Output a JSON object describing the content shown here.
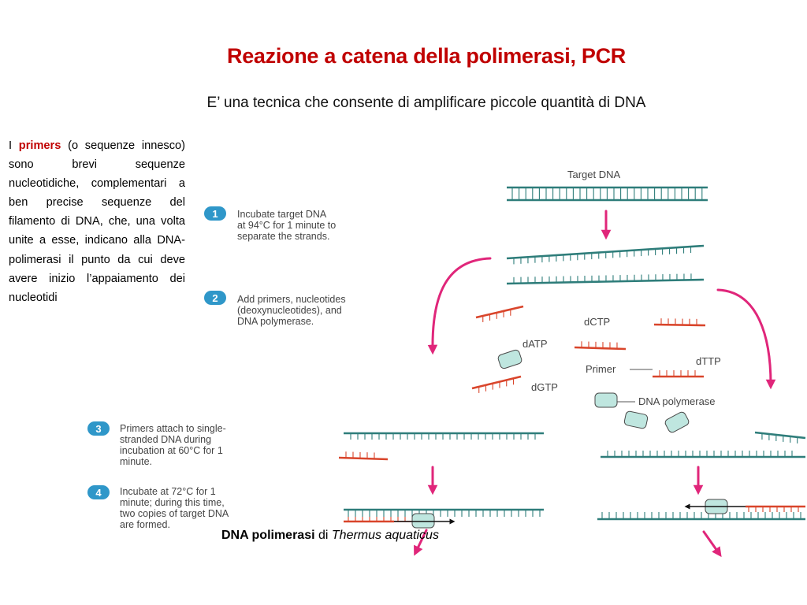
{
  "slide": {
    "title": "Reazione a catena della polimerasi, PCR",
    "subtitle": "E’ una tecnica che consente di amplificare piccole quantità di DNA"
  },
  "side_text": {
    "prefix": "I ",
    "highlight": "primers",
    "rest": " (o sequenze innesco) sono brevi sequenze nucleotidiche, complementari a ben precise sequenze del filamento di DNA, che, una volta unite a esse, indicano alla DNA-polimerasi il punto da cui deve avere inizio l’appaiamento dei nucleotidi"
  },
  "diagram": {
    "target_label": "Target DNA",
    "steps": [
      {
        "number": "1",
        "lines": [
          "Incubate target DNA",
          "at 94°C for 1 minute to",
          "separate the strands."
        ]
      },
      {
        "number": "2",
        "lines": [
          "Add primers, nucleotides",
          "(deoxynucleotides), and",
          "DNA polymerase."
        ]
      },
      {
        "number": "3",
        "lines": [
          "Primers attach to single-",
          "stranded DNA during",
          "incubation at 60°C for 1",
          "minute."
        ]
      },
      {
        "number": "4",
        "lines": [
          "Incubate at 72°C for 1",
          "minute; during this time,",
          "two copies of target DNA",
          "are formed."
        ]
      }
    ],
    "labels": {
      "dctp": "dCTP",
      "datp": "dATP",
      "dttp": "dTTP",
      "dgtp": "dGTP",
      "primer": "Primer",
      "polymerase": "DNA polymerase"
    },
    "colors": {
      "strand": "#2e7d7a",
      "primer": "#d9452b",
      "arrow": "#e0267a",
      "badge": "#2f97c9",
      "enzyme": "#bfe6df"
    }
  },
  "caption": {
    "bold": "DNA polimerasi",
    "middle": " di ",
    "italic": "Thermus aquaticus"
  }
}
